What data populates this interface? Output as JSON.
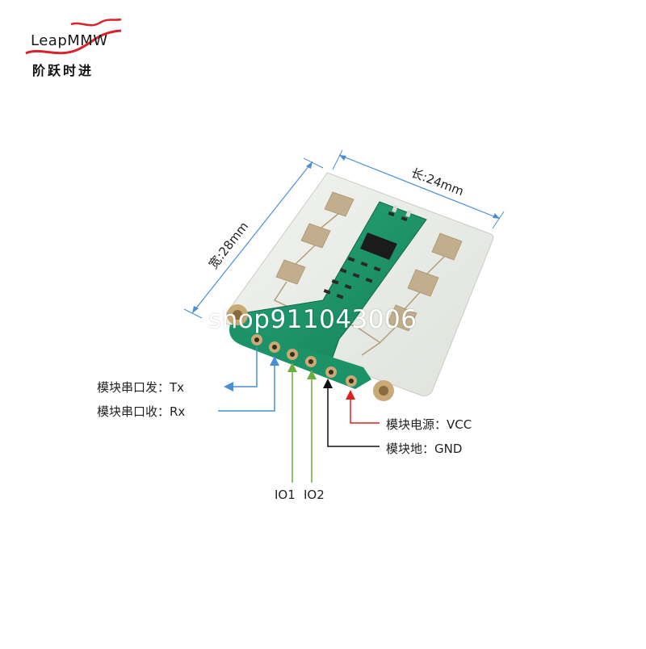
{
  "logo": {
    "brand": "LeapMMW",
    "chinese": "阶跃时进",
    "swoosh_color": "#d8232a"
  },
  "dimensions": {
    "length_label": "长:24mm",
    "width_label": "宽:28mm"
  },
  "watermark": "shop911043006",
  "pin_labels": {
    "tx": "模块串口发：Tx",
    "rx": "模块串口收：Rx",
    "vcc": "模块电源：VCC",
    "gnd": "模块地：GND",
    "io1": "IO1",
    "io2": "IO2"
  },
  "colors": {
    "dimension_line": "#4a8fd4",
    "tx_rx_arrow": "#4a8fd4",
    "io_arrow": "#6aae3c",
    "vcc_arrow": "#e02020",
    "gnd_arrow": "#111111",
    "pcb_green": "#1e9a6e",
    "antenna_board": "#e8ebe6",
    "antenna_patch": "#c2ae8c"
  }
}
